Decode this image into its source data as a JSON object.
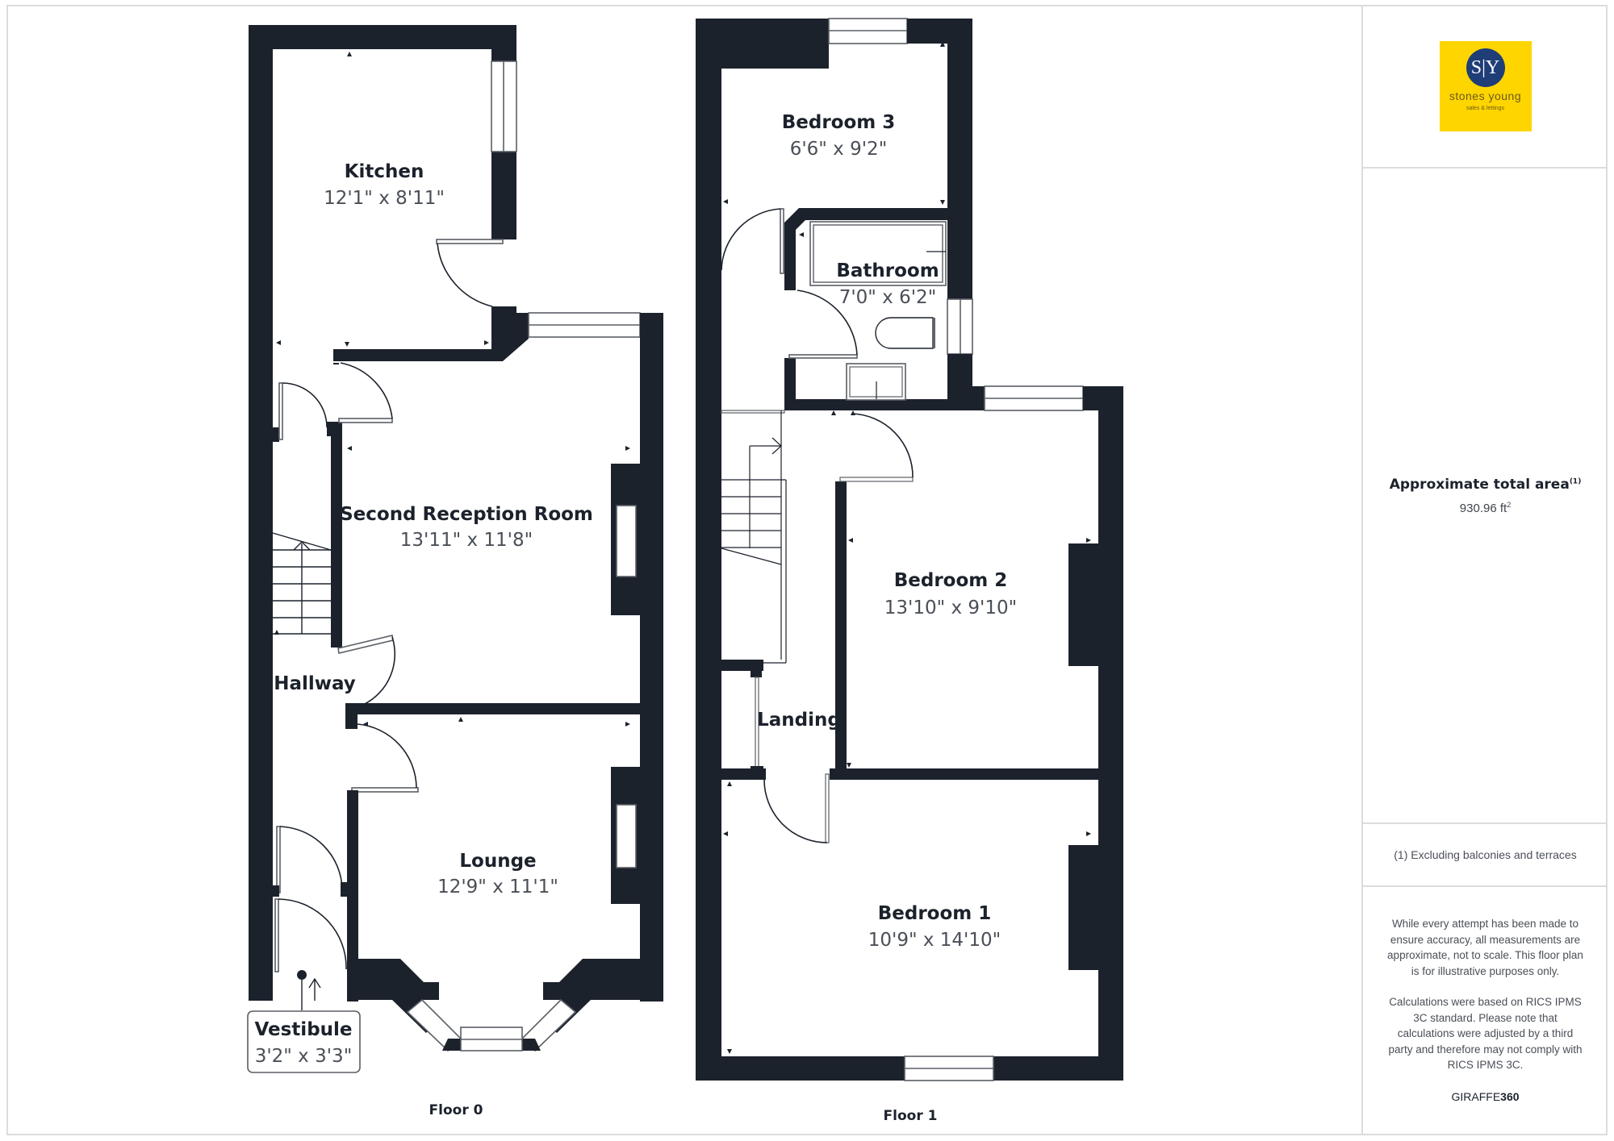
{
  "floors": [
    {
      "label": "Floor 0",
      "rooms": [
        {
          "name": "Kitchen",
          "dimensions": "12'1\" x 8'11\""
        },
        {
          "name": "Second Reception Room",
          "dimensions": "13'11\" x 11'8\""
        },
        {
          "name": "Hallway",
          "dimensions": ""
        },
        {
          "name": "Lounge",
          "dimensions": "12'9\" x 11'1\""
        },
        {
          "name": "Vestibule",
          "dimensions": "3'2\" x 3'3\""
        }
      ]
    },
    {
      "label": "Floor 1",
      "rooms": [
        {
          "name": "Bedroom 3",
          "dimensions": "6'6\" x 9'2\""
        },
        {
          "name": "Bathroom",
          "dimensions": "7'0\" x 6'2\""
        },
        {
          "name": "Bedroom 2",
          "dimensions": "13'10\" x 9'10\""
        },
        {
          "name": "Landing",
          "dimensions": ""
        },
        {
          "name": "Bedroom 1",
          "dimensions": "10'9\" x 14'10\""
        }
      ]
    }
  ],
  "panel": {
    "logo": {
      "monogram": "S|Y",
      "name": "stones young",
      "tagline": "sales & lettings",
      "bg_color": "#ffd500",
      "circle_color": "#1f3e78"
    },
    "area": {
      "title": "Approximate total area",
      "title_footnote_marker": "(1)",
      "value": "930.96 ft",
      "unit_superscript": "2"
    },
    "footnote": "(1) Excluding balconies and terraces",
    "disclaimer": [
      "While every attempt has been made to ensure accuracy, all measurements are approximate, not to scale. This floor plan is for illustrative purposes only.",
      "Calculations were based on RICS IPMS 3C standard. Please note that calculations were adjusted by a third party and therefore may not comply with RICS IPMS 3C."
    ],
    "brand": {
      "prefix": "GIRAFFE",
      "suffix": "360"
    }
  },
  "colors": {
    "wall": "#1c222c",
    "border": "#dcdcdc",
    "text_dim": "#4a4f57"
  }
}
